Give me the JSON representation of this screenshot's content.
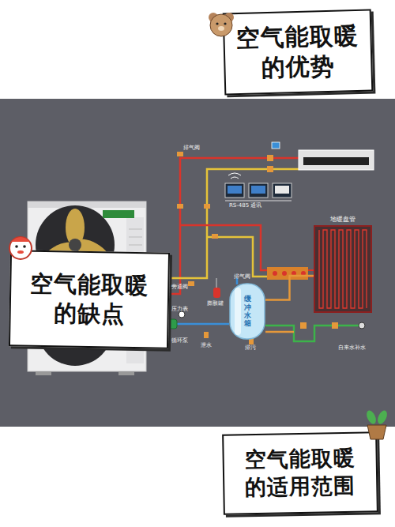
{
  "diagram": {
    "nodes": [
      {
        "text": [
          "空气能取暖 的优势"
        ]
      },
      {
        "text": [
          "空气能取暖 的缺点"
        ]
      },
      {
        "text": [
          "空气能取暖 的适用范围"
        ]
      },
      {
        "text": [
          "缓冲水箱"
        ]
      },
      {
        "text": [
          "地暖盘管"
        ]
      }
    ],
    "edges": [
      {
        "from": 3,
        "to": 4,
        "arrow": "none"
      }
    ],
    "labels": [
      "排气阀",
      "RS-485 通讯",
      "排气阀",
      "旁通阀",
      "膨胀罐",
      "压力表",
      "循环泵",
      "泄水",
      "排污",
      "自来水补水"
    ]
  }
}
